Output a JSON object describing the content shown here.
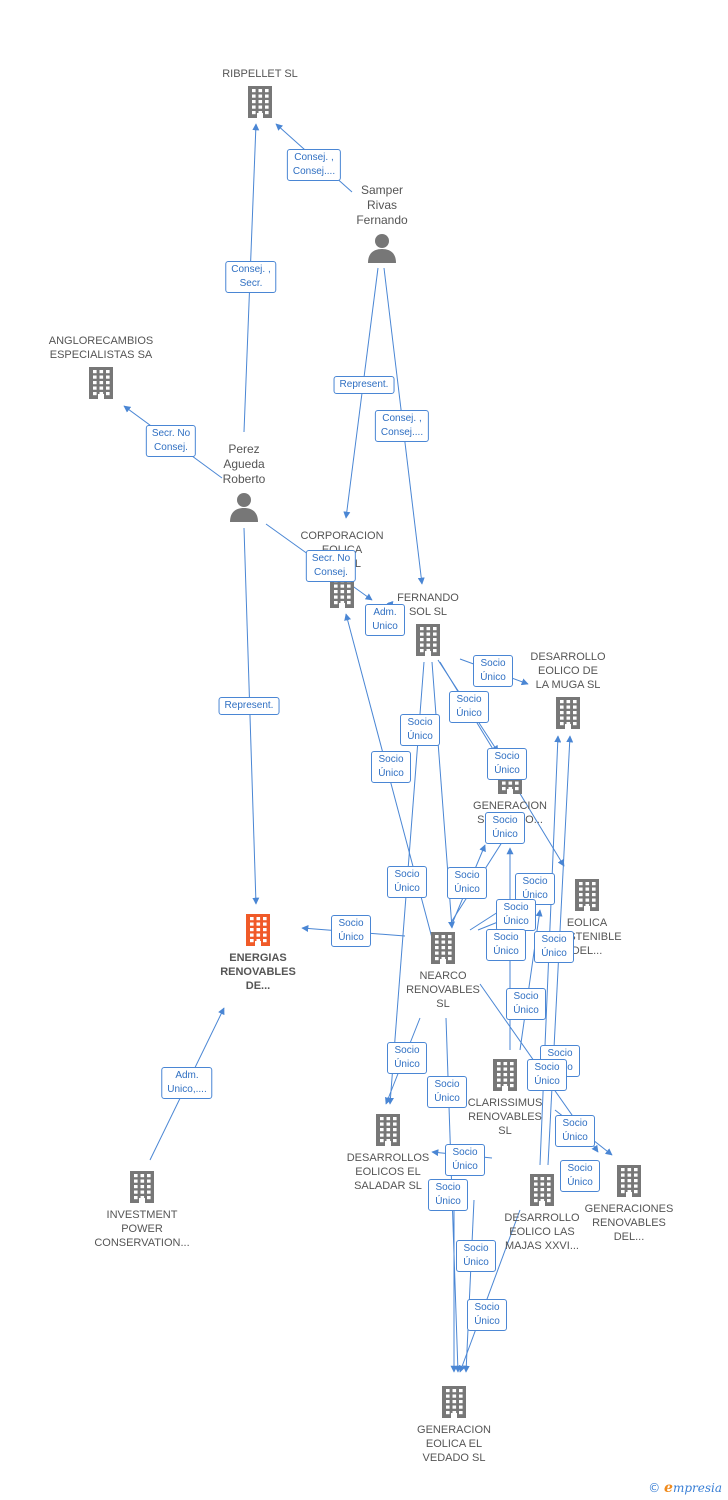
{
  "colors": {
    "edge": "#4a86d4",
    "company": "#777777",
    "focus": "#f05a28",
    "person": "#777777"
  },
  "nodes": [
    {
      "id": "ribpellet",
      "type": "company",
      "label": "RIBPELLET SL",
      "pos": "above"
    },
    {
      "id": "samper",
      "type": "person",
      "label": "Samper\nRivas\nFernando",
      "pos": "above"
    },
    {
      "id": "anglorecambios",
      "type": "company",
      "label": "ANGLORECAMBIOS\nESPECIALISTAS SA",
      "pos": "above"
    },
    {
      "id": "perez",
      "type": "person",
      "label": "Perez\nAgueda\nRoberto",
      "pos": "above"
    },
    {
      "id": "corporacion",
      "type": "company",
      "label": "CORPORACION\nEOLICA\nSOL SL",
      "pos": "above"
    },
    {
      "id": "fernando",
      "type": "company",
      "label": "FERNANDO\nSOL SL",
      "pos": "above"
    },
    {
      "id": "desarrollo_muga",
      "type": "company",
      "label": "DESARROLLO\nEOLICO DE\nLA MUGA SL",
      "pos": "above"
    },
    {
      "id": "generacion_sur",
      "type": "company",
      "label": "GENERACION\nSUR PARO...",
      "pos": "below"
    },
    {
      "id": "eolica",
      "type": "company",
      "label": "EOLICA\nSOSTENIBLE\nDEL...",
      "pos": "below"
    },
    {
      "id": "energias",
      "type": "focus",
      "label": "ENERGIAS\nRENOVABLES\nDE...",
      "pos": "below"
    },
    {
      "id": "nearco",
      "type": "company",
      "label": "NEARCO\nRENOVABLES\nSL",
      "pos": "below"
    },
    {
      "id": "clarissimus",
      "type": "company",
      "label": "CLARISSIMUS\nRENOVABLES\nSL",
      "pos": "below"
    },
    {
      "id": "desarrollos_saladar",
      "type": "company",
      "label": "DESARROLLOS\nEOLICOS EL\nSALADAR SL",
      "pos": "below"
    },
    {
      "id": "desarrollo_majas",
      "type": "company",
      "label": "DESARROLLO\nEOLICO LAS\nMAJAS XXVI...",
      "pos": "below"
    },
    {
      "id": "generaciones",
      "type": "company",
      "label": "GENERACIONES\nRENOVABLES\nDEL...",
      "pos": "below"
    },
    {
      "id": "investment",
      "type": "company",
      "label": "INVESTMENT\nPOWER\nCONSERVATION...",
      "pos": "below"
    },
    {
      "id": "vedado",
      "type": "company",
      "label": "GENERACION\nEOLICA EL\nVEDADO SL",
      "pos": "below"
    }
  ],
  "edges": [
    {
      "label": "Consej. ,\nConsej...."
    },
    {
      "label": "Consej. ,\nSecr."
    },
    {
      "label": "Secr.  No\nConsej."
    },
    {
      "label": "Represent."
    },
    {
      "label": "Consej. ,\nConsej...."
    },
    {
      "label": "Secr.  No\nConsej."
    },
    {
      "label": "Adm.\nUnico"
    },
    {
      "label": "Represent."
    },
    {
      "label": "Socio\nÚnico"
    },
    {
      "label": "Socio\nÚnico"
    },
    {
      "label": "Socio\nÚnico"
    },
    {
      "label": "Socio\nÚnico"
    },
    {
      "label": "Socio\nÚnico"
    },
    {
      "label": "Socio\nÚnico"
    },
    {
      "label": "Socio\nÚnico"
    },
    {
      "label": "Socio\nÚnico"
    },
    {
      "label": "Socio\nÚnico"
    },
    {
      "label": "Socio\nÚnico"
    },
    {
      "label": "Socio\nÚnico"
    },
    {
      "label": "Socio\nÚnico"
    },
    {
      "label": "Socio\nÚnico"
    },
    {
      "label": "Socio\nÚnico"
    },
    {
      "label": "Socio\nÚnico"
    },
    {
      "label": "Socio\nÚnico"
    },
    {
      "label": "Socio\nÚnico"
    },
    {
      "label": "Socio\nÚnico"
    },
    {
      "label": "Socio\nÚnico"
    },
    {
      "label": "Socio\nÚnico"
    },
    {
      "label": "Socio\nÚnico"
    },
    {
      "label": "Socio\nÚnico"
    },
    {
      "label": "Socio\nÚnico"
    },
    {
      "label": "Socio\nÚnico"
    },
    {
      "label": "Adm.\nUnico,...."
    }
  ],
  "footer": {
    "copyright": "©",
    "brand_initial": "e",
    "brand_rest": "mpresia"
  }
}
